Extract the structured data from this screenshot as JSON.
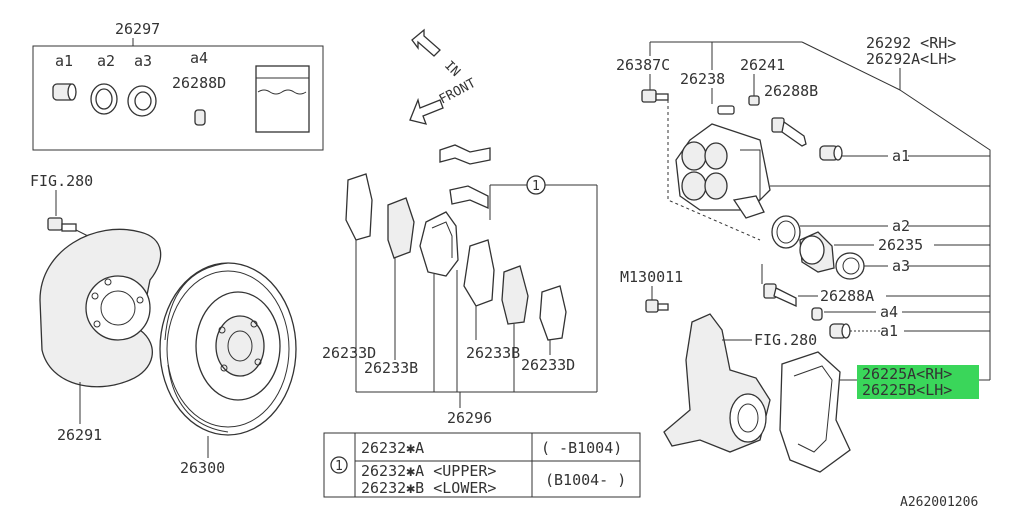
{
  "accent_color": "#3ad65a",
  "kit": {
    "part_no": "26297",
    "items": [
      {
        "label": "a1"
      },
      {
        "label": "a2"
      },
      {
        "label": "a3"
      },
      {
        "label": "a4",
        "part_no": "26288D"
      }
    ]
  },
  "arrows": {
    "in": "IN",
    "front": "FRONT"
  },
  "left_group": {
    "fig_ref": "FIG.280",
    "shield": "26291",
    "rotor": "26300"
  },
  "pads": {
    "circle_ref": "1",
    "labels": [
      "26233D",
      "26233B",
      "26233B",
      "26233D"
    ],
    "group": "26296"
  },
  "caliper": {
    "assembly_rh": "26292 <RH>",
    "assembly_lh": "26292A<LH>",
    "parts": {
      "bolt": "26387C",
      "bleeder": "26238",
      "cap": "26241",
      "pin_b": "26288B",
      "seal_a1_top": "a1",
      "seal_a2": "a2",
      "piston": "26235",
      "boot_a3": "a3",
      "pin_a": "26288A",
      "a4": "a4",
      "a1_bottom": "a1"
    },
    "knuckle_bolt": "M130011",
    "knuckle_fig": "FIG.280",
    "support_rh": "26225A<RH>",
    "support_lh": "26225B<LH>"
  },
  "table": {
    "ref": "1",
    "rows": [
      {
        "part": "26232✱A",
        "code": "( -B1004)"
      },
      {
        "part": "26232✱A <UPPER>",
        "code": "(B1004- )"
      },
      {
        "part": "26232✱B <LOWER>",
        "code": ""
      }
    ]
  },
  "diagram_code": "A262001206"
}
